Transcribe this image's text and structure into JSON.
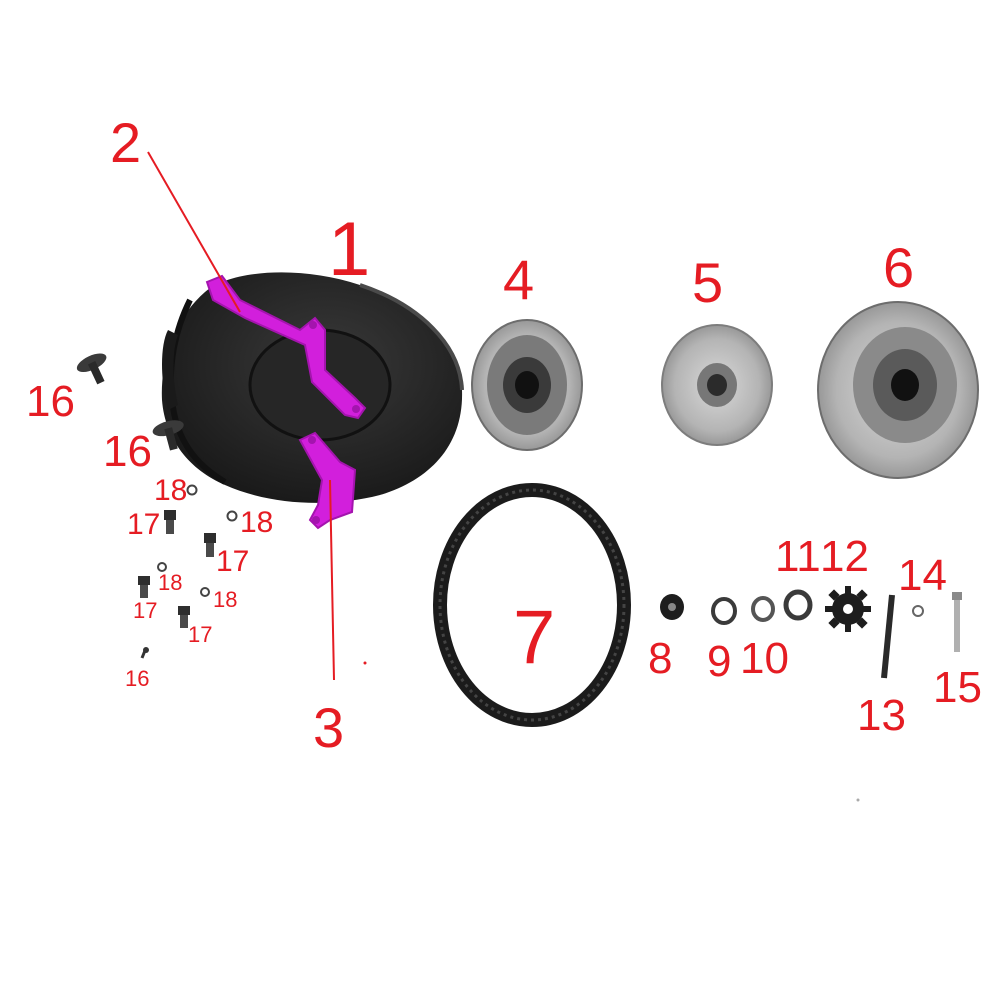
{
  "colors": {
    "label": "#e51c23",
    "bracket": "#d21fdc",
    "bracket_dark": "#a414ae",
    "belt_cover": "#2a2a2a",
    "part_dark": "#1d1d1d",
    "pulley_grey": "#a9a9a9",
    "pulley_light": "#cfcfcf"
  },
  "labels": {
    "part_1": "1",
    "part_2": "2",
    "part_3": "3",
    "part_4": "4",
    "part_5": "5",
    "part_6": "6",
    "part_7": "7",
    "part_8": "8",
    "part_9": "9",
    "part_10": "10",
    "part_11": "11",
    "part_12": "12",
    "part_13": "13",
    "part_14": "14",
    "part_15": "15",
    "part_16_a": "16",
    "part_16_b": "16",
    "part_16_c": "16",
    "part_17_a": "17",
    "part_17_b": "17",
    "part_17_c": "17",
    "part_17_d": "17",
    "part_18_a": "18",
    "part_18_b": "18",
    "part_18_c": "18",
    "part_18_d": "18"
  }
}
